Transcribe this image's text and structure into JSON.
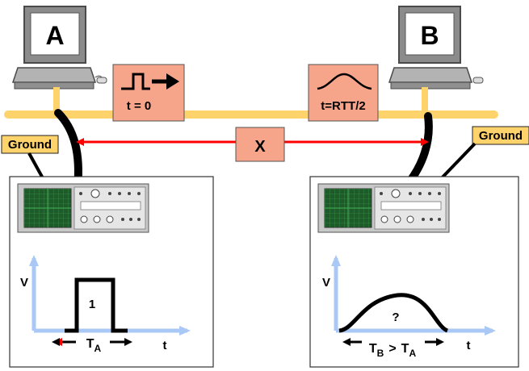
{
  "computers": {
    "a": {
      "label": "A"
    },
    "b": {
      "label": "B"
    }
  },
  "signal_boxes": {
    "sent": {
      "label": "t = 0"
    },
    "received": {
      "label": "t=RTT/2"
    }
  },
  "distance": {
    "label": "X"
  },
  "ground_labels": {
    "left": "Ground",
    "right": "Ground"
  },
  "graph_a": {
    "y_label": "V",
    "x_label": "t",
    "pulse_label": "1",
    "width_label_main": "T",
    "width_label_sub": "A"
  },
  "graph_b": {
    "y_label": "V",
    "x_label": "t",
    "pulse_label": "?",
    "width_label_main_1": "T",
    "width_label_sub_1": "B",
    "comparison": ">",
    "width_label_main_2": "T",
    "width_label_sub_2": "A"
  },
  "colors": {
    "bus": "#ffd36b",
    "signal_box": "#f6a48a",
    "arrow": "#ff0000",
    "ground_label": "#ffd36b",
    "axis": "#a9c8f5",
    "scope_screen": "#1f5a2a",
    "scope_body": "#c8c8c8"
  }
}
